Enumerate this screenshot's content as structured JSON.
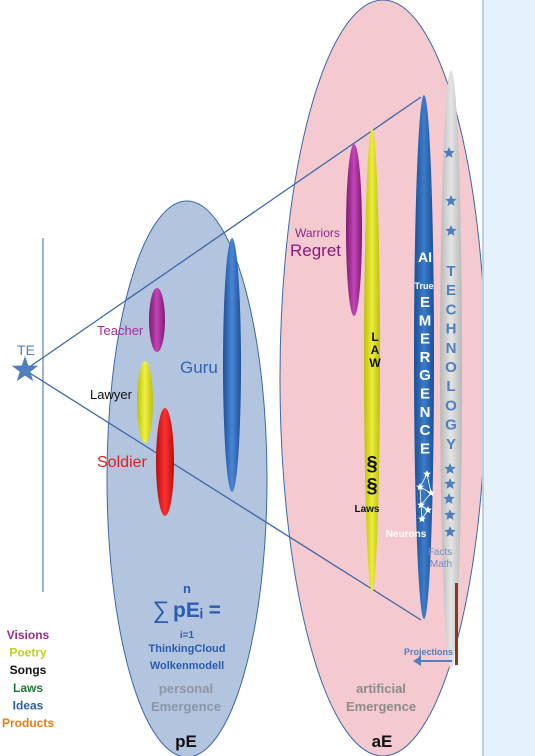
{
  "te": {
    "label": "TE"
  },
  "pe": {
    "label": "pE",
    "caption_line1": "personal",
    "caption_line2": "Emergence",
    "formula_top": "n",
    "formula_sigma": "∑",
    "formula_main": "pEᵢ =",
    "formula_bottom": "i=1",
    "thinking_cloud": "ThinkingCloud",
    "wolkenmodell": "Wolkenmodell",
    "roles": {
      "teacher": "Teacher",
      "lawyer": "Lawyer",
      "soldier": "Soldier",
      "guru": "Guru"
    }
  },
  "ae": {
    "label": "aE",
    "caption_line1": "artificial",
    "caption_line2": "Emergence",
    "warriors": "Warriors",
    "regret": "Regret",
    "law_vertical": [
      "L",
      "A",
      "W"
    ],
    "paragraph_signs": [
      "§",
      "§"
    ],
    "laws": "Laws",
    "ai": "AI",
    "true": "True",
    "emergence_vertical": [
      "E",
      "M",
      "E",
      "R",
      "G",
      "E",
      "N",
      "C",
      "E"
    ],
    "neurons": "Neurons",
    "technology_vertical": [
      "T",
      "E",
      "C",
      "H",
      "N",
      "O",
      "L",
      "O",
      "G",
      "Y"
    ],
    "facts": "Facts",
    "math": "Math",
    "projections": "Projections"
  },
  "legend": [
    {
      "label": "Visions",
      "color": "#9b2a8b"
    },
    {
      "label": "Poetry",
      "color": "#b9d31e"
    },
    {
      "label": "Songs",
      "color": "#111111"
    },
    {
      "label": "Laws",
      "color": "#1e7a3a"
    },
    {
      "label": "Ideas",
      "color": "#2a5db0"
    },
    {
      "label": "Products",
      "color": "#f07c10"
    }
  ],
  "colors": {
    "pe_fill": "#b3c4de",
    "ae_fill": "#f4c9cf",
    "star_blue": "#4f7fbf",
    "teacher": "#a52a9a",
    "lawyer_yellow": "#d8e01a",
    "soldier_red": "#e02020",
    "guru_blue": "#2f65b8",
    "law_yellow": "#d9d91e",
    "ai_blue": "#2560aa",
    "tech_gray": "#cfcfcf"
  }
}
